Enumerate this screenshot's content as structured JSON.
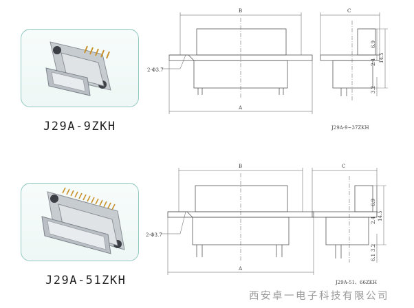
{
  "products": [
    {
      "model": "J29A-9ZKH",
      "drawing": {
        "dim_b": "B",
        "dim_a": "A",
        "dim_c": "C",
        "hole": "2-Φ3.7",
        "dims": [
          "6.9",
          "14.5",
          "2.4",
          "3.2"
        ],
        "caption": "J29A-9~37ZKH"
      }
    },
    {
      "model": "J29A-51ZKH",
      "drawing": {
        "dim_b": "B",
        "dim_a": "A",
        "dim_c": "C",
        "hole": "2-Φ3.7",
        "dims": [
          "6.9",
          "14.5",
          "2.4",
          "3.2",
          "6.1"
        ],
        "caption": "J29A-51、66ZKH"
      }
    }
  ],
  "footer": "西安卓一电子科技有限公司",
  "colors": {
    "card_border": "#8fc9c0",
    "card_bg": "#eef7f5",
    "line": "#555555",
    "footer_text": "#9a9a9a"
  }
}
